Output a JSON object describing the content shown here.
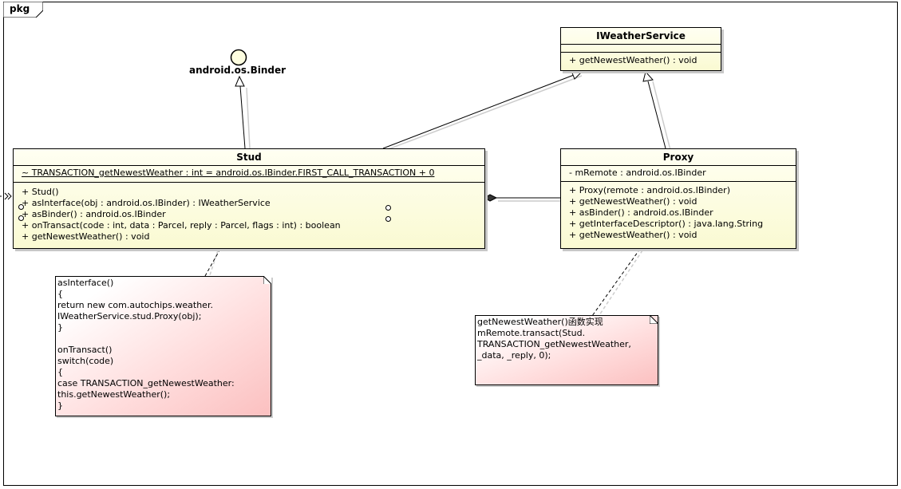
{
  "package": {
    "label": "pkg"
  },
  "interface_lollipop": {
    "label": "android.os.Binder"
  },
  "iweather": {
    "title": "IWeatherService",
    "methods": [
      "+ getNewestWeather() : void"
    ]
  },
  "stud": {
    "title": "Stud",
    "attributes": [
      "~ TRANSACTION_getNewestWeather : int = android.os.IBinder.FIRST_CALL_TRANSACTION + 0"
    ],
    "methods": [
      "+ Stud()",
      "+ asInterface(obj : android.os.IBinder) : IWeatherService",
      "+ asBinder() : android.os.IBinder",
      "+ onTransact(code : int, data : Parcel, reply : Parcel, flags : int) : boolean",
      "+ getNewestWeather() : void"
    ]
  },
  "proxy": {
    "title": "Proxy",
    "attributes": [
      "- mRemote : android.os.IBinder"
    ],
    "methods": [
      "+ Proxy(remote : android.os.IBinder)",
      "+ getNewestWeather() : void",
      "+ asBinder() : android.os.IBinder",
      "+ getInterfaceDescriptor() : java.lang.String",
      "+ getNewestWeather() : void"
    ]
  },
  "note_stud": {
    "lines": [
      "asInterface()",
      "{",
      "return new com.autochips.weather.",
      "IWeatherService.stud.Proxy(obj);",
      "}",
      "",
      "onTransact()",
      "switch(code)",
      "{",
      "case TRANSACTION_getNewestWeather:",
      "this.getNewestWeather();",
      "}"
    ]
  },
  "note_proxy": {
    "lines": [
      "getNewestWeather()函数实现",
      "mRemote.transact(Stud.",
      "TRANSACTION_getNewestWeather,",
      "_data, _reply, 0);"
    ]
  },
  "left_marker": {
    "label": "»"
  },
  "colors": {
    "class_fill": "#fafad2",
    "note_fill": "#fdd",
    "frame": "#000"
  }
}
